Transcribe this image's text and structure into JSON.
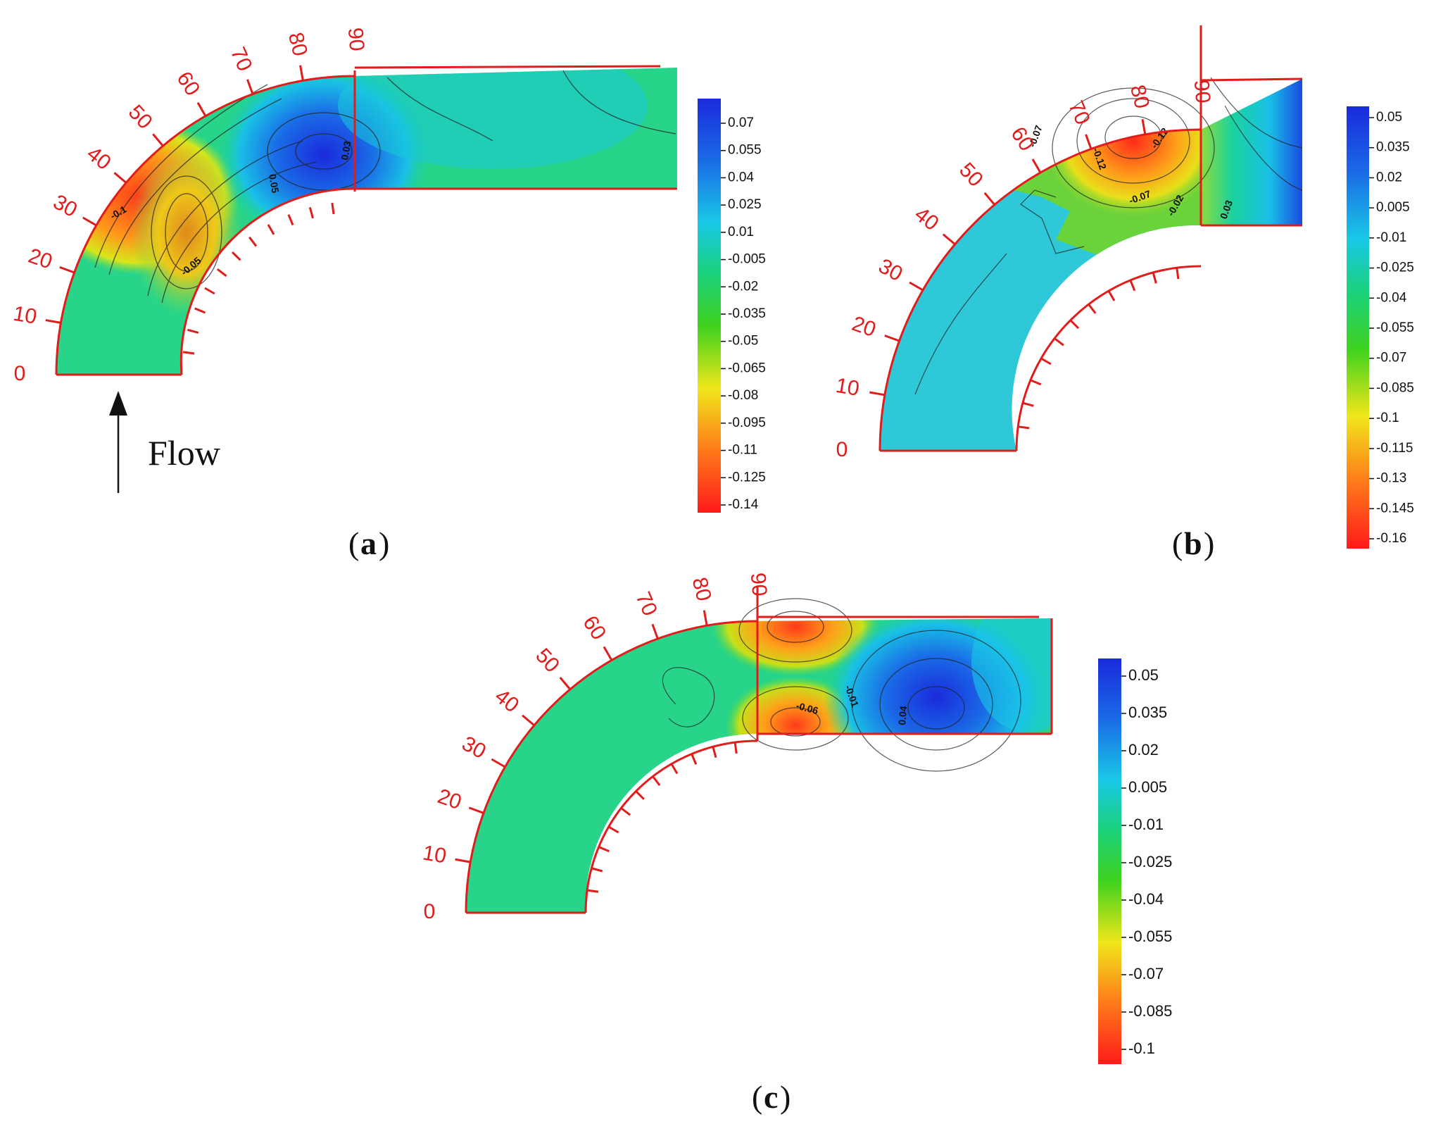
{
  "figure": {
    "panels": [
      {
        "id": "a",
        "label": "a",
        "angle_labels": [
          "0",
          "10",
          "20",
          "30",
          "40",
          "50",
          "60",
          "70",
          "80",
          "90"
        ],
        "colorbar_ticks": [
          "0.07",
          "0.055",
          "0.04",
          "0.025",
          "0.01",
          "-0.005",
          "-0.02",
          "-0.035",
          "-0.05",
          "-0.065",
          "-0.08",
          "-0.095",
          "-0.11",
          "-0.125",
          "-0.14"
        ],
        "contour_labels": [
          "-0.1",
          "-0.05",
          "0.05",
          "0.03"
        ]
      },
      {
        "id": "b",
        "label": "b",
        "angle_labels": [
          "0",
          "10",
          "20",
          "30",
          "40",
          "50",
          "60",
          "70",
          "80",
          "90"
        ],
        "colorbar_ticks": [
          "0.05",
          "0.035",
          "0.02",
          "0.005",
          "-0.01",
          "-0.025",
          "-0.04",
          "-0.055",
          "-0.07",
          "-0.085",
          "-0.1",
          "-0.115",
          "-0.13",
          "-0.145",
          "-0.16"
        ],
        "contour_labels": [
          "-0.07",
          "-0.12",
          "-0.12",
          "-0.07",
          "-0.02",
          "0.03"
        ]
      },
      {
        "id": "c",
        "label": "c",
        "angle_labels": [
          "0",
          "10",
          "20",
          "30",
          "40",
          "50",
          "60",
          "70",
          "80",
          "90"
        ],
        "colorbar_ticks": [
          "0.05",
          "0.035",
          "0.02",
          "0.005",
          "-0.01",
          "-0.025",
          "-0.04",
          "-0.055",
          "-0.07",
          "-0.085",
          "-0.1"
        ],
        "contour_labels": [
          "-0.06",
          "-0.01",
          "0.04"
        ]
      }
    ],
    "flow_label": "Flow",
    "colors": {
      "axis_red": "#e21b1b",
      "colormap": [
        "#ff1a1a",
        "#ff7a1a",
        "#f0e61a",
        "#40d21e",
        "#1ad27d",
        "#19c8e6",
        "#1a6be6",
        "#1a2adc"
      ]
    }
  }
}
